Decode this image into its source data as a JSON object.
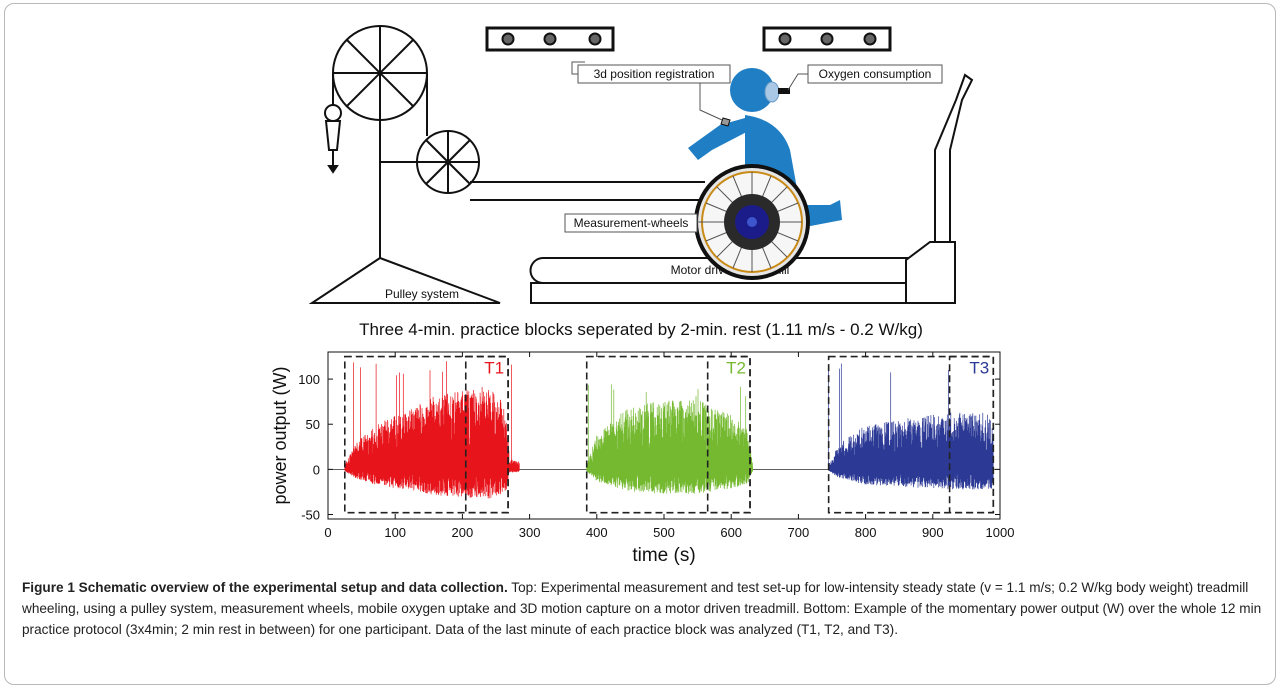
{
  "schematic": {
    "labels": {
      "position": "3d position registration",
      "oxygen": "Oxygen consumption",
      "wheels": "Measurement-wheels",
      "treadmill": "Motor driven Treadmill",
      "pulley": "Pulley system"
    }
  },
  "chart_data": {
    "type": "line",
    "title": "Three 4-min. practice blocks seperated by 2-min. rest (1.11 m/s - 0.2 W/kg)",
    "xlabel": "time (s)",
    "ylabel": "power output (W)",
    "xlim": [
      0,
      1000
    ],
    "ylim": [
      -55,
      130
    ],
    "xticks": [
      "0",
      "100",
      "200",
      "300",
      "400",
      "500",
      "600",
      "700",
      "800",
      "900",
      "1000"
    ],
    "yticks": [
      "-50",
      "0",
      "50",
      "100"
    ],
    "grid": false,
    "series": [
      {
        "name": "T1",
        "color": "#e8141b",
        "x_range": [
          25,
          285
        ],
        "envelope": [
          [
            25,
            5
          ],
          [
            40,
            25
          ],
          [
            70,
            45
          ],
          [
            120,
            60
          ],
          [
            160,
            75
          ],
          [
            200,
            80
          ],
          [
            240,
            85
          ],
          [
            265,
            65
          ],
          [
            270,
            10
          ],
          [
            285,
            8
          ]
        ],
        "peak": 120
      },
      {
        "name": "T2",
        "color": "#74b92f",
        "x_range": [
          385,
          632
        ],
        "envelope": [
          [
            385,
            5
          ],
          [
            400,
            35
          ],
          [
            450,
            65
          ],
          [
            500,
            70
          ],
          [
            550,
            70
          ],
          [
            600,
            55
          ],
          [
            625,
            40
          ],
          [
            632,
            5
          ]
        ],
        "peak": 95
      },
      {
        "name": "T3",
        "color": "#2c3a96",
        "x_range": [
          745,
          990
        ],
        "envelope": [
          [
            745,
            5
          ],
          [
            760,
            25
          ],
          [
            800,
            45
          ],
          [
            850,
            50
          ],
          [
            900,
            55
          ],
          [
            950,
            60
          ],
          [
            990,
            55
          ]
        ],
        "peak": 122
      }
    ],
    "blocks": [
      {
        "label": "",
        "x": [
          25,
          268
        ],
        "y": [
          -48,
          125
        ]
      },
      {
        "label": "T1",
        "x": [
          205,
          268
        ],
        "y": [
          -48,
          125
        ]
      },
      {
        "label": "",
        "x": [
          385,
          628
        ],
        "y": [
          -48,
          125
        ]
      },
      {
        "label": "T2",
        "x": [
          565,
          628
        ],
        "y": [
          -48,
          125
        ]
      },
      {
        "label": "",
        "x": [
          745,
          990
        ],
        "y": [
          -48,
          125
        ]
      },
      {
        "label": "T3",
        "x": [
          925,
          990
        ],
        "y": [
          -48,
          125
        ]
      }
    ]
  },
  "caption": {
    "title": "Figure 1 Schematic overview of the experimental setup and data collection.",
    "text": " Top: Experimental measurement and test set-up for low-intensity steady state (v = 1.1 m/s; 0.2 W/kg body weight) treadmill wheeling, using a pulley system, measurement wheels, mobile oxygen uptake and 3D motion capture on a motor driven treadmill. Bottom: Example of the momentary power output (W) over the whole 12 min practice protocol (3x4min; 2 min rest in between) for one participant. Data of the last minute of each practice block was analyzed (T1, T2, and T3)."
  }
}
